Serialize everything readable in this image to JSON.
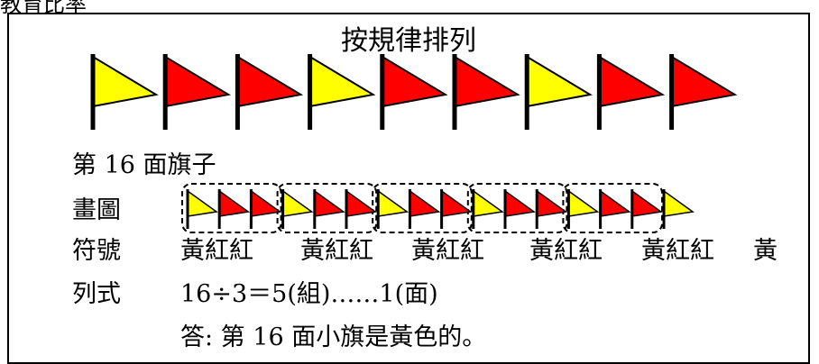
{
  "header_fragment": "教育比率",
  "title": "按規律排列",
  "colors": {
    "yellow": "#ffff00",
    "red": "#ff0000",
    "outline": "#000000"
  },
  "big_flags": [
    "yellow",
    "red",
    "red",
    "yellow",
    "red",
    "red",
    "yellow",
    "red",
    "red"
  ],
  "question": "第 16 面旗子",
  "drawing_label": "畫圖",
  "small_flags": [
    "yellow",
    "red",
    "red",
    "yellow",
    "red",
    "red",
    "yellow",
    "red",
    "red",
    "yellow",
    "red",
    "red",
    "yellow",
    "red",
    "red",
    "yellow"
  ],
  "groups_boxed": 5,
  "symbol_label": "符號",
  "symbol_groups": [
    "黃紅紅",
    "黃紅紅",
    "黃紅紅",
    "黃紅紅",
    "黃紅紅",
    "黃"
  ],
  "formula_label": "列式",
  "formula": "16÷3＝5(組)……1(面)",
  "answer": "答: 第 16 面小旗是黃色的。"
}
